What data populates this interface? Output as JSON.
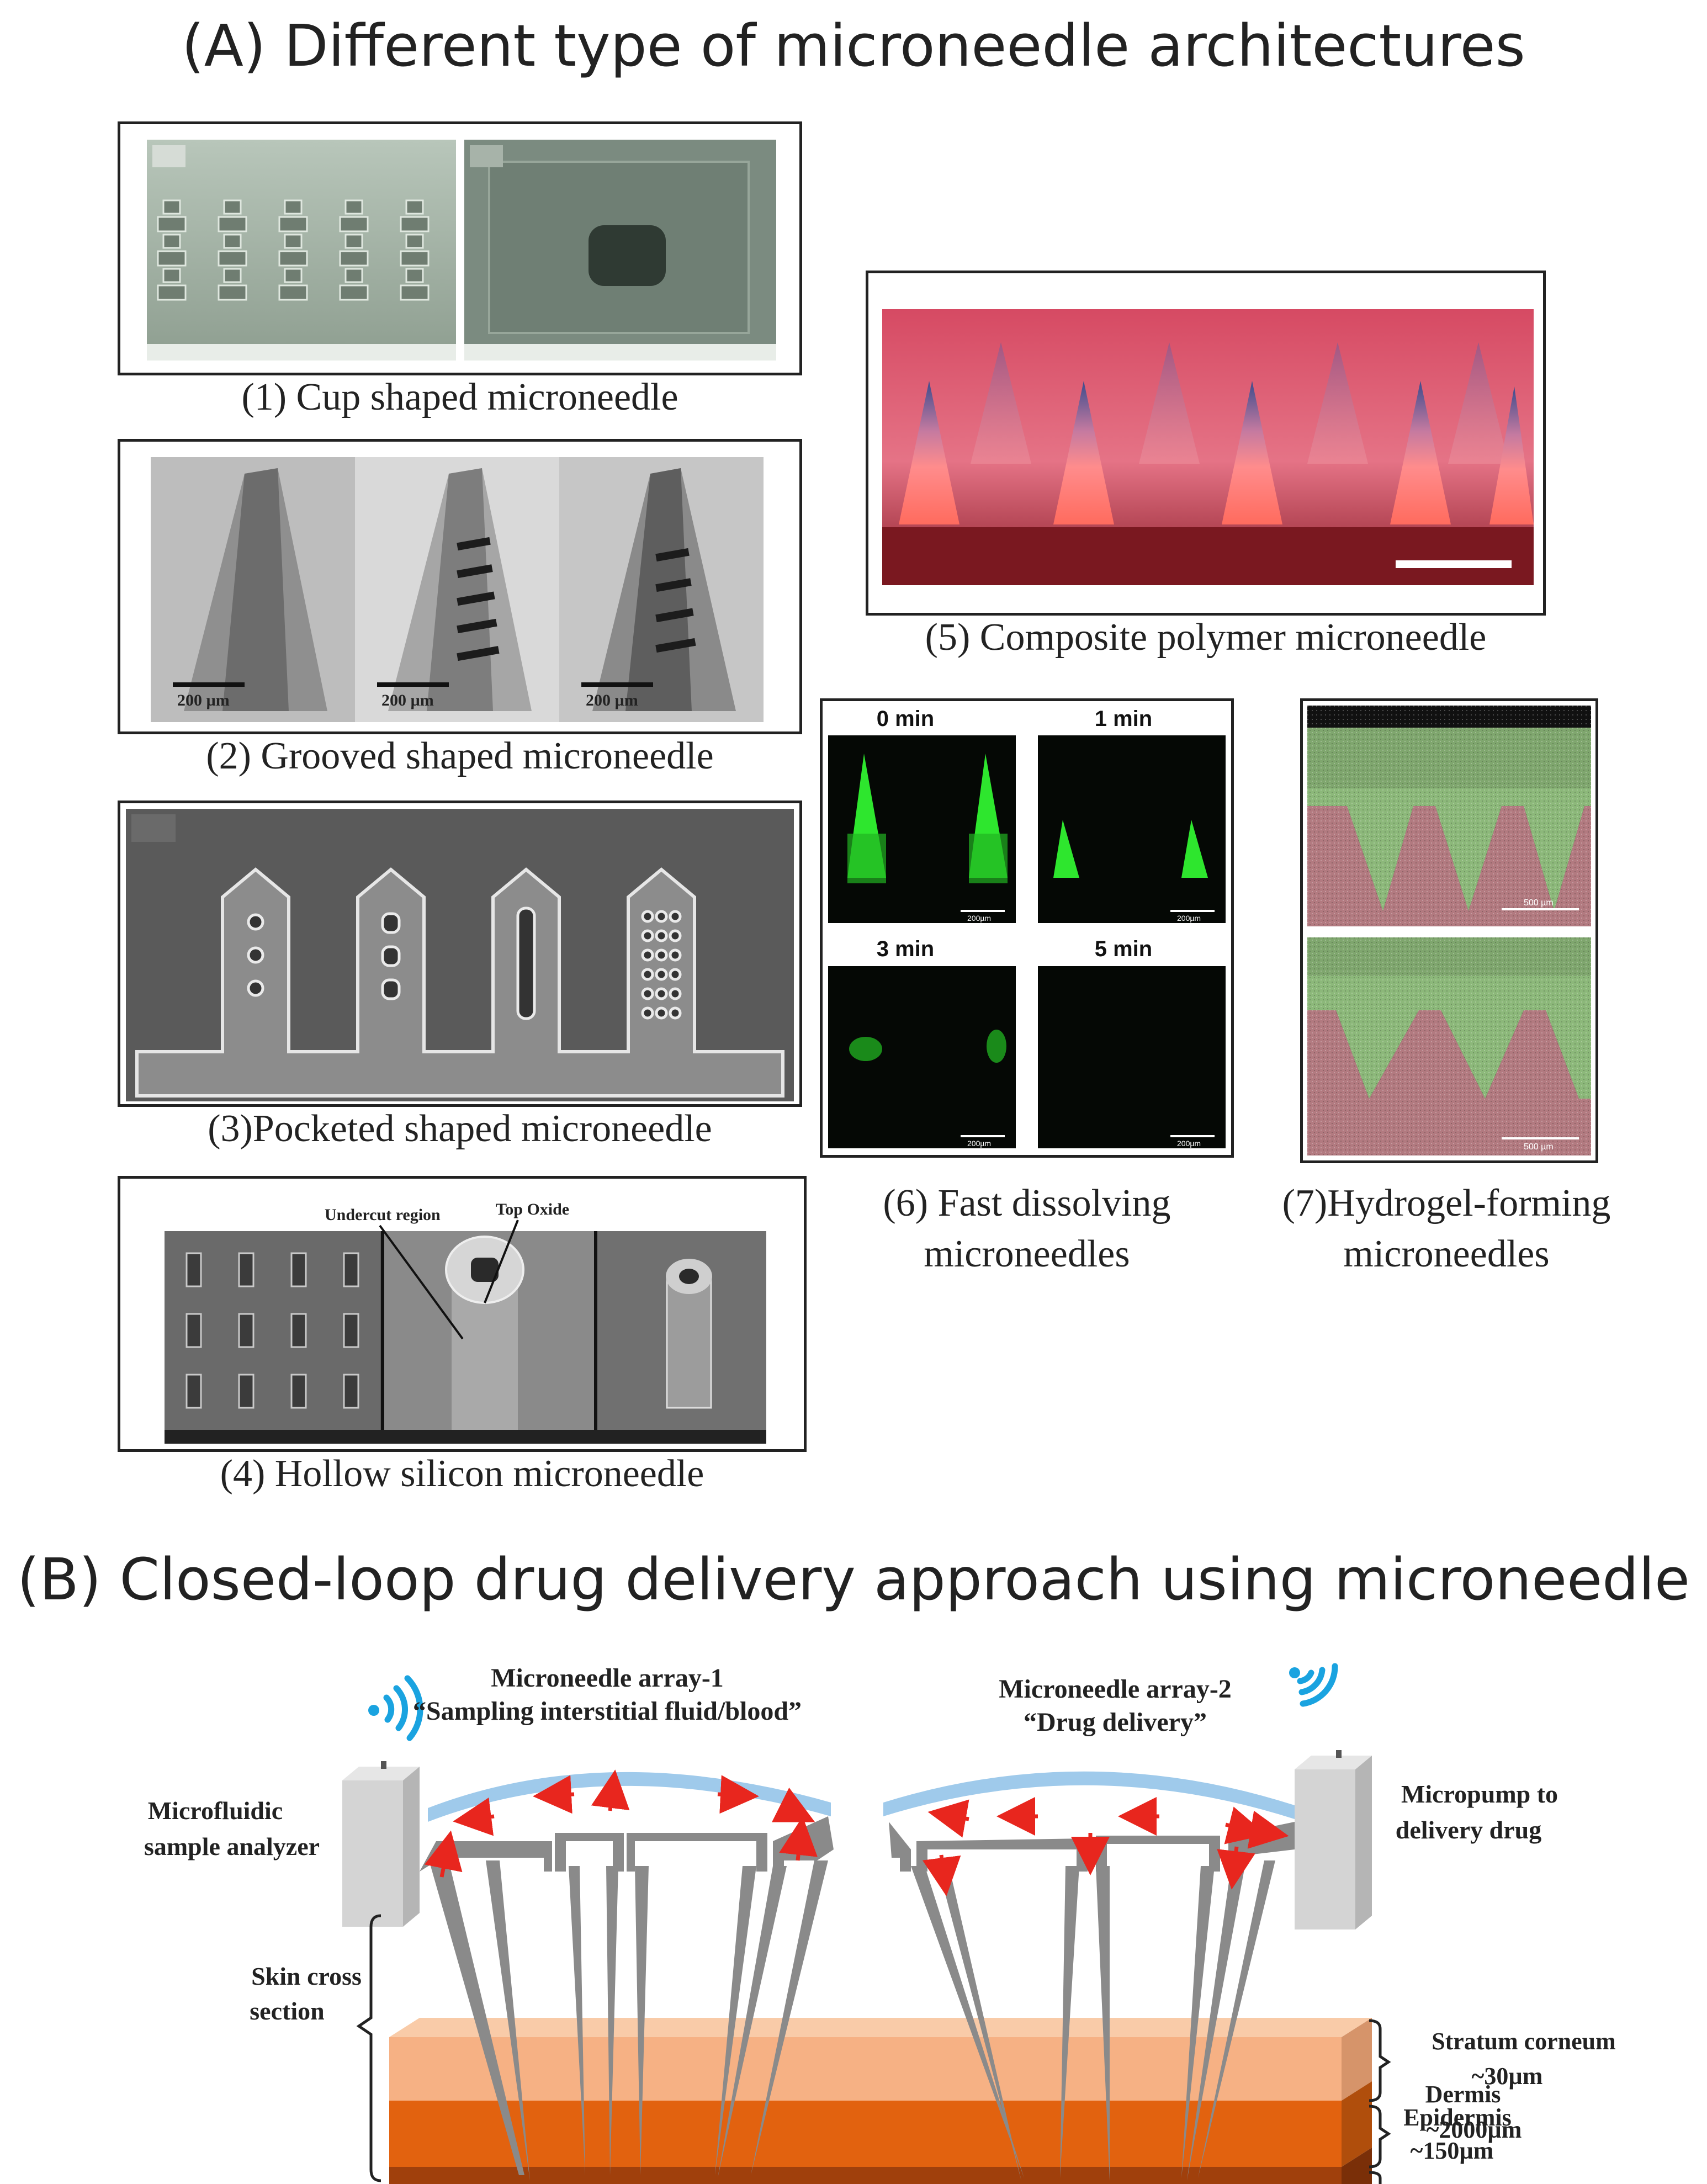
{
  "section_a": {
    "title": "(A) Different type of microneedle architectures",
    "panels": [
      {
        "caption": "(1) Cup shaped microneedle"
      },
      {
        "caption": "(2) Grooved shaped microneedle",
        "scale_labels": [
          "200 µm",
          "200 µm",
          "200 µm"
        ]
      },
      {
        "caption": "(3)Pocketed shaped microneedle"
      },
      {
        "caption": "(4) Hollow silicon microneedle",
        "annotations": [
          "Undercut region",
          "Top Oxide"
        ]
      },
      {
        "caption": "(5) Composite polymer microneedle"
      },
      {
        "caption_lines": [
          "(6) Fast dissolving",
          "microneedles"
        ],
        "time_labels": [
          "0 min",
          "1 min",
          "3 min",
          "5 min"
        ],
        "scale_label": "200µm"
      },
      {
        "caption_lines": [
          "(7)Hydrogel-forming",
          "microneedles"
        ],
        "scale_label": "500 µm"
      }
    ]
  },
  "section_b": {
    "title": "(B) Closed-loop drug delivery approach using microneedle",
    "array1": {
      "title": "Microneedle array-1",
      "subtitle": "“Sampling interstitial fluid/blood”"
    },
    "array2": {
      "title": "Microneedle array-2",
      "subtitle": "“Drug delivery”"
    },
    "left_device": [
      "Microfluidic",
      "sample analyzer"
    ],
    "right_device": [
      "Micropump to",
      "delivery drug"
    ],
    "skin_label": [
      "Skin cross",
      "section"
    ],
    "layers": [
      {
        "name": "Stratum corneum",
        "thickness": "~30µm",
        "color": "#f6b184"
      },
      {
        "name": "Epidermis",
        "thickness": "~150µm",
        "color": "#e2620f"
      },
      {
        "name": "Dermis",
        "thickness": "~2000µm",
        "color": "#a0400c"
      }
    ],
    "colors": {
      "wifi": "#1aa3e0",
      "arrow": "#e8261e",
      "cap": "#9fcaeb",
      "needle": "#8a8a8a"
    }
  }
}
